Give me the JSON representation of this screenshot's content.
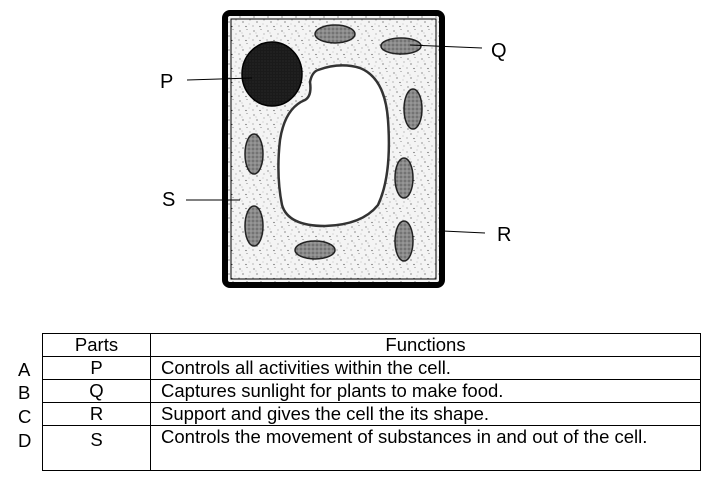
{
  "diagram": {
    "labels": {
      "P": "P",
      "Q": "Q",
      "R": "R",
      "S": "S"
    }
  },
  "table": {
    "headers": {
      "parts": "Parts",
      "functions": "Functions"
    },
    "rows": [
      {
        "option": "A",
        "part": "P",
        "function": "Controls all activities within the cell."
      },
      {
        "option": "B",
        "part": "Q",
        "function": "Captures sunlight for plants to make food."
      },
      {
        "option": "C",
        "part": "R",
        "function": "Support and gives the cell the its shape."
      },
      {
        "option": "D",
        "part": "S",
        "function": "Controls the movement of substances in and out of the cell."
      }
    ]
  }
}
